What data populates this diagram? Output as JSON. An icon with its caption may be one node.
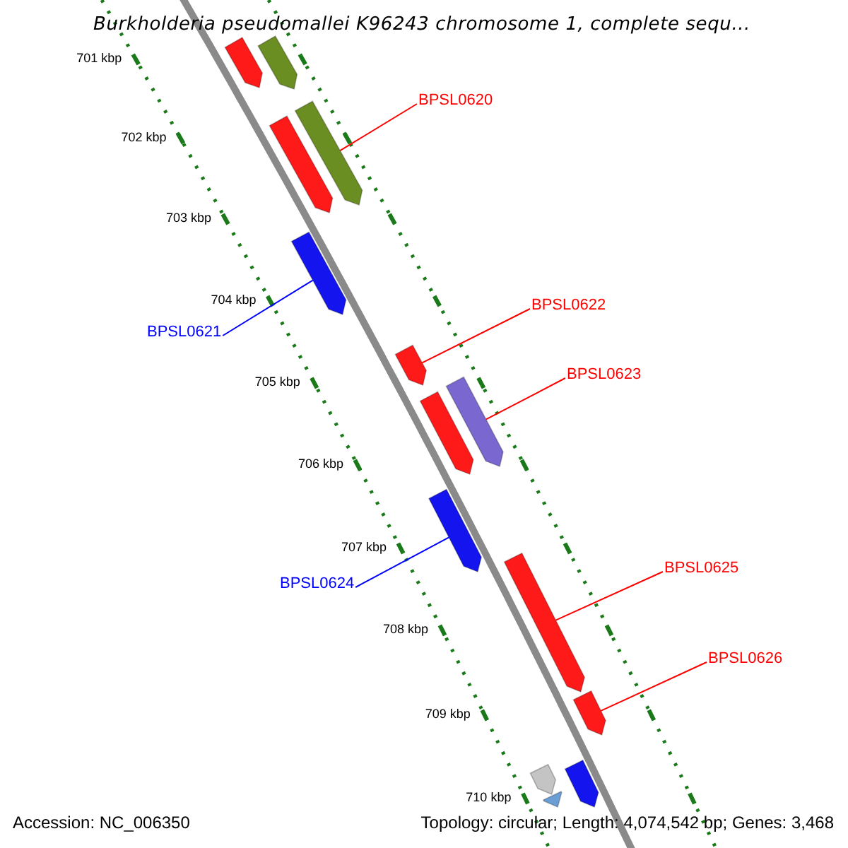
{
  "diagram": {
    "title": "Burkholderia pseudomallei K96243 chromosome 1, complete sequ...",
    "nodes": [
      {
        "text": [],
        "shape": "bar"
      },
      {
        "text": [],
        "shape": "bar"
      },
      {
        "text": [
          "BPSL0620"
        ]
      },
      {
        "text": [],
        "shape": "bar"
      },
      {
        "text": [],
        "shape": "bar"
      },
      {
        "text": [],
        "shape": "bar"
      },
      {
        "text": [
          "BPSL0621"
        ]
      },
      {
        "text": [
          "BPSL0622"
        ]
      },
      {
        "text": [],
        "shape": "bar"
      },
      {
        "text": [
          "BPSL0623"
        ]
      },
      {
        "text": [],
        "shape": "bar"
      },
      {
        "text": [],
        "shape": "bar"
      },
      {
        "text": [],
        "shape": "bar"
      },
      {
        "text": [
          "BPSL0624"
        ]
      },
      {
        "text": [
          "BPSL0625"
        ]
      },
      {
        "text": [],
        "shape": "bar"
      },
      {
        "text": [
          "BPSL0626"
        ]
      },
      {
        "text": [],
        "shape": "bar"
      },
      {
        "text": [],
        "shape": "bar"
      },
      {
        "text": [],
        "shape": "bar"
      },
      {
        "text": [],
        "shape": "bar"
      }
    ],
    "edges": [
      {
        "from": 2,
        "to": 3,
        "arrow": "none"
      },
      {
        "from": 6,
        "to": 5,
        "arrow": "none",
        "color": "#0000ff"
      },
      {
        "from": 7,
        "to": 8,
        "arrow": "none"
      },
      {
        "from": 9,
        "to": 10,
        "arrow": "none"
      },
      {
        "from": 13,
        "to": 12,
        "arrow": "none",
        "color": "#0000ff"
      },
      {
        "from": 14,
        "to": 15,
        "arrow": "none"
      },
      {
        "from": 16,
        "to": 17,
        "arrow": "none"
      }
    ],
    "labels": [
      "701 kbp",
      "702 kbp",
      "703 kbp",
      "704 kbp",
      "705 kbp",
      "706 kbp",
      "707 kbp",
      "708 kbp",
      "709 kbp",
      "710 kbp",
      "Accession: NC_006350",
      "Topology: circular; Length: 4,074,542 bp; Genes: 3,468"
    ]
  }
}
